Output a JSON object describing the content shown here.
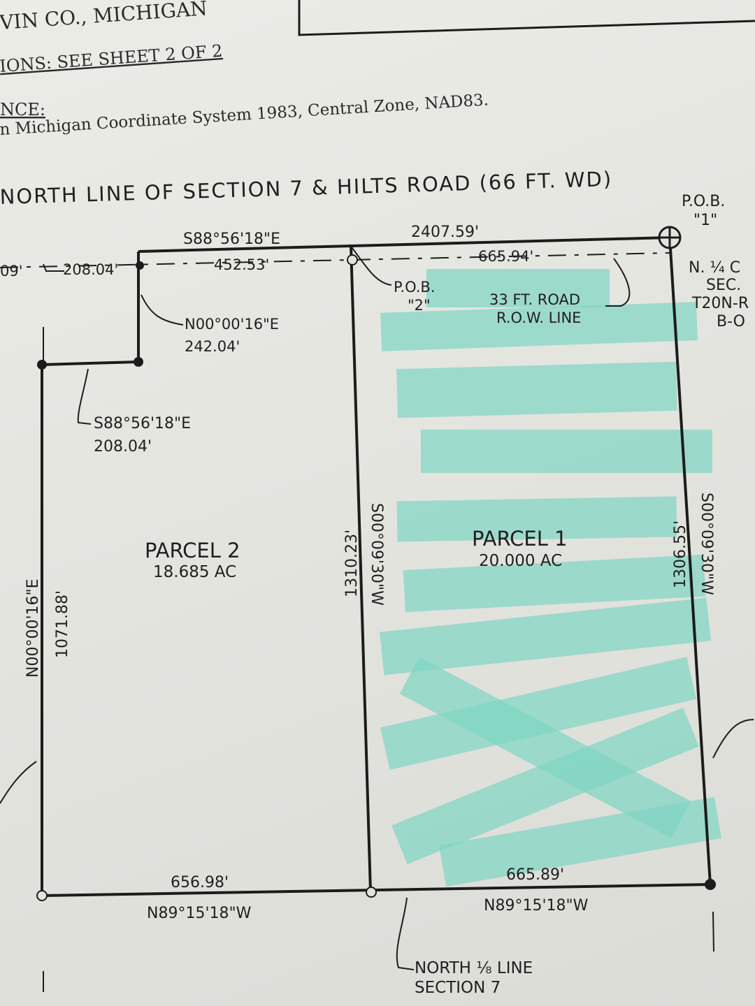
{
  "header": {
    "county_line": "VIN CO., MICHIGAN",
    "descriptions_ref": "IONS: SEE SHEET 2 OF 2",
    "reference_heading": "NCE:",
    "reference_text": "n Michigan Coordinate System 1983, Central Zone, NAD83."
  },
  "north_line_label": "NORTH LINE OF SECTION 7 & HILTS ROAD (66 FT. WD)",
  "pob1": {
    "line1": "P.O.B.",
    "line2": "\"1\""
  },
  "pob2": {
    "line1": "P.O.B.",
    "line2": "\"2\""
  },
  "section_ref": {
    "line1": "N. ¼ C",
    "line2": "SEC.",
    "line3": "T20N-R",
    "line4": "B-O"
  },
  "top_line": {
    "bearing": "S88°56'18\"E",
    "distance": "2407.59'"
  },
  "row_distances": {
    "left_stub": "09'",
    "west": "208.04'",
    "middle": "452.53'",
    "east": "665.94'"
  },
  "road_row": {
    "line1": "33 FT. ROAD",
    "line2": "R.O.W. LINE"
  },
  "jog_vertical": {
    "bearing": "N00°00'16\"E",
    "distance": "242.04'"
  },
  "jog_horizontal": {
    "bearing": "S88°56'18\"E",
    "distance": "208.04'"
  },
  "west_line": {
    "bearing": "N00°00'16\"E",
    "distance": "1071.88'"
  },
  "middle_line": {
    "distance": "1310.23'",
    "bearing": "S00°09'30\"W"
  },
  "east_line": {
    "distance": "1306.55'",
    "bearing": "S00°09'30\"W"
  },
  "parcel2": {
    "name": "PARCEL 2",
    "area": "18.685 AC"
  },
  "parcel1": {
    "name": "PARCEL 1",
    "area": "20.000 AC"
  },
  "south_line_west": {
    "distance": "656.98'",
    "bearing": "N89°15'18\"W"
  },
  "south_line_east": {
    "distance": "665.89'",
    "bearing": "N89°15'18\"W"
  },
  "north_eighth_label": {
    "line1": "NORTH ⅛ LINE",
    "line2": "SECTION 7"
  },
  "colors": {
    "highlight": "#7fd6c3",
    "ink": "#1c1c1c",
    "paper": "#e9e9e4"
  }
}
